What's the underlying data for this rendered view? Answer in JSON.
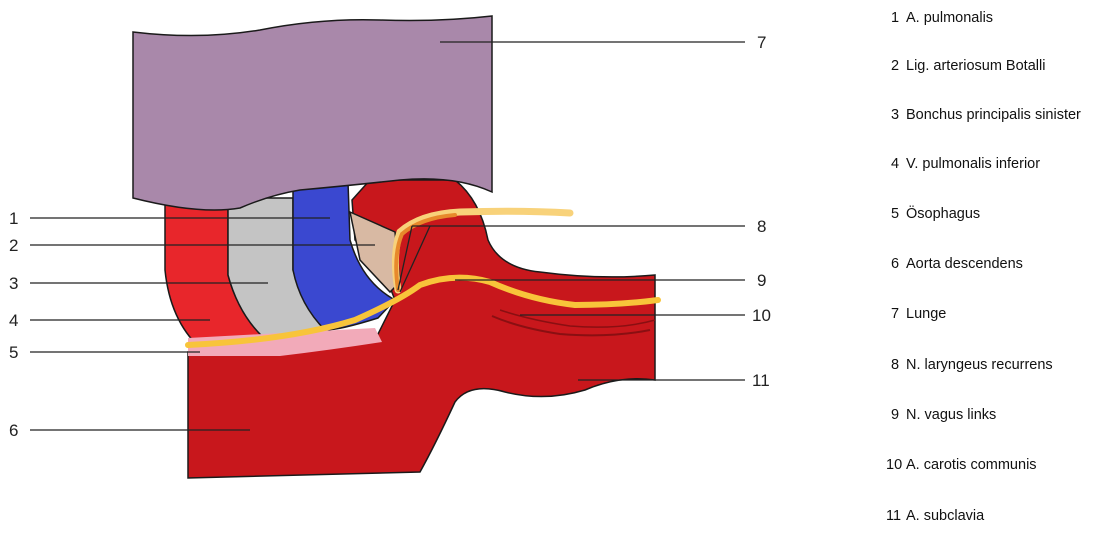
{
  "colors": {
    "aorta_red": "#c8171c",
    "artery_bright_red": "#e8262b",
    "bronchus_grey": "#c4c4c4",
    "pulmonary_blue": "#3a48d0",
    "ligament_beige": "#d8b9a3",
    "lung_purple": "#a988aa",
    "esophagus_pink": "#f2aab9",
    "nerve_yellow": "#f8c43a",
    "recurrent_nerve_orange": "#e7892b"
  },
  "callouts": [
    "1",
    "2",
    "3",
    "4",
    "5",
    "6",
    "7",
    "8",
    "9",
    "10",
    "11"
  ],
  "legend": [
    {
      "num": "1",
      "text": "A. pulmonalis"
    },
    {
      "num": "2",
      "text": "Lig. arteriosum Botalli"
    },
    {
      "num": "3",
      "text": "Bonchus principalis sinister"
    },
    {
      "num": "4",
      "text": "V. pulmonalis inferior"
    },
    {
      "num": "5",
      "text": "Ösophagus"
    },
    {
      "num": "6",
      "text": "Aorta descendens"
    },
    {
      "num": "7",
      "text": "Lunge"
    },
    {
      "num": "8",
      "text": "N. laryngeus recurrens"
    },
    {
      "num": "9",
      "text": "N. vagus links"
    },
    {
      "num": "10",
      "text": "A. carotis communis"
    },
    {
      "num": "11",
      "text": "A. subclavia"
    }
  ]
}
